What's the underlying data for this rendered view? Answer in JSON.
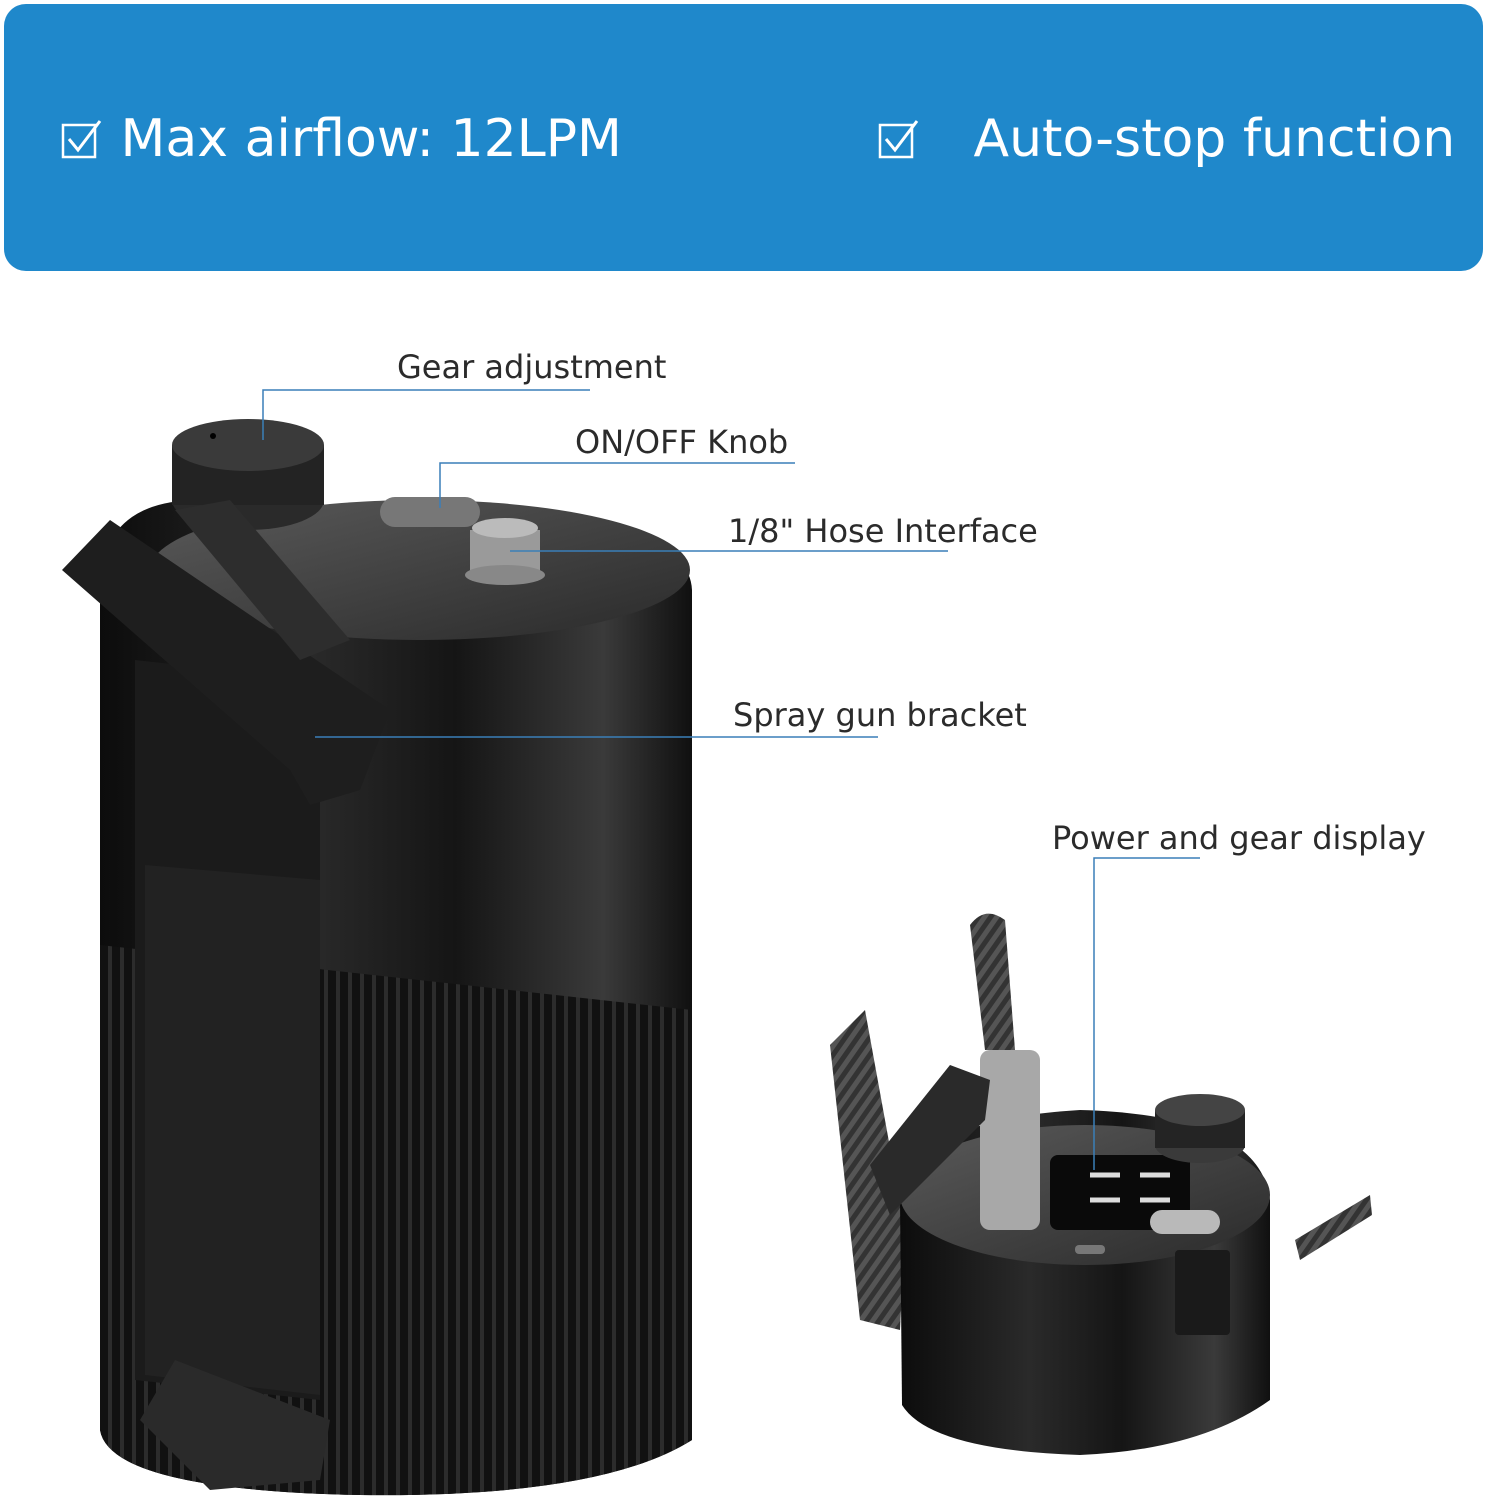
{
  "features": [
    {
      "text": "Max airflow: 12LPM"
    },
    {
      "text": "Auto-stop function"
    }
  ],
  "callouts": {
    "gear": "Gear adjustment",
    "onoff": "ON/OFF Knob",
    "hose": "1/8\" Hose Interface",
    "bracket": "Spray gun bracket",
    "display": "Power and gear display"
  },
  "icons": [
    "checkbox-icon"
  ],
  "colors": {
    "banner": "#1f88cb",
    "leader_line": "#3a7fb8",
    "product": "#1a1a1a"
  }
}
